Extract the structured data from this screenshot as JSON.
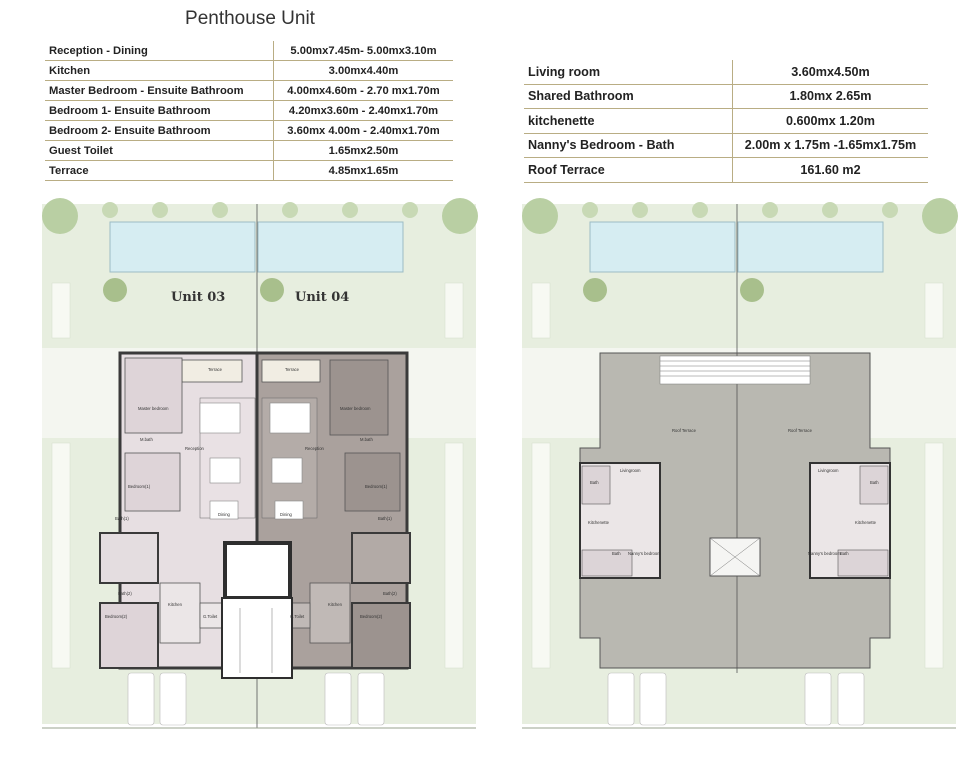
{
  "title": "Penthouse Unit",
  "specs_left": [
    {
      "room": "Reception - Dining",
      "size": "5.00mx7.45m- 5.00mx3.10m"
    },
    {
      "room": "Kitchen",
      "size": "3.00mx4.40m"
    },
    {
      "room": "Master Bedroom - Ensuite Bathroom",
      "size": "4.00mx4.60m - 2.70 mx1.70m"
    },
    {
      "room": "Bedroom 1- Ensuite Bathroom",
      "size": "4.20mx3.60m - 2.40mx1.70m"
    },
    {
      "room": "Bedroom 2- Ensuite Bathroom",
      "size": "3.60mx 4.00m - 2.40mx1.70m"
    },
    {
      "room": "Guest Toilet",
      "size": "1.65mx2.50m"
    },
    {
      "room": "Terrace",
      "size": "4.85mx1.65m"
    }
  ],
  "specs_right": [
    {
      "room": "Living room",
      "size": "3.60mx4.50m"
    },
    {
      "room": "Shared Bathroom",
      "size": "1.80mx 2.65m"
    },
    {
      "room": "kitchenette",
      "size": "0.600mx 1.20m"
    },
    {
      "room": "Nanny's Bedroom - Bath",
      "size": "2.00m x 1.75m -1.65mx1.75m"
    },
    {
      "room": "Roof Terrace",
      "size": "161.60 m2"
    }
  ],
  "plan_left": {
    "unit_a": "Unit 03",
    "unit_b": "Unit 04",
    "rooms": {
      "terrace": "Terrace",
      "master_bedroom": "Master bedroom",
      "m_bath": "M.bath",
      "reception": "Reception",
      "bedroom1": "Bedroom(1)",
      "bath1": "Bath(1)",
      "dining": "Dining",
      "bath2": "Bath(2)",
      "bedroom2": "Bedroom(2)",
      "kitchen": "Kitchen",
      "g_toilet": "G.Toilet"
    }
  },
  "plan_right": {
    "rooms": {
      "roof_terrace": "Roof Terrace",
      "living_room": "Livingroom",
      "bath": "Bath",
      "kitchenette": "Kitchenette",
      "nanny_bedroom": "Nanny's bedroom"
    }
  }
}
